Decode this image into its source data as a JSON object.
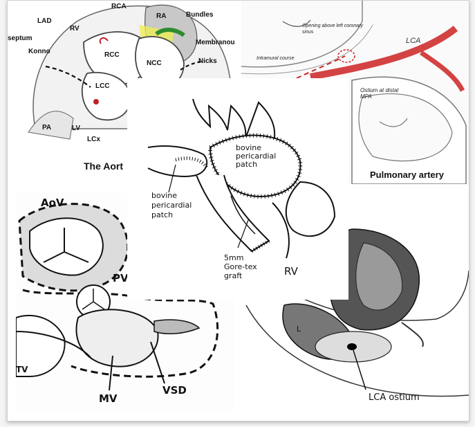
{
  "collage": {
    "aorta_panel": {
      "caption": "The Aort",
      "labels": {
        "rca": "RCA",
        "lad": "LAD",
        "rv": "RV",
        "septum": "septum",
        "konno": "Konno",
        "ra": "RA",
        "bundles": "Bundles",
        "membranous": "Membranou",
        "nicks": "Nicks",
        "rcc": "RCC",
        "ncc": "NCC",
        "lcc": "LCC",
        "pa": "PA",
        "lv": "LV",
        "lcx": "LCx"
      }
    },
    "pulmonary_panel": {
      "caption": "Pulmonary artery",
      "labels": {
        "opening_above": "Opening above left coronary sinus",
        "intramural": "Intramural course",
        "lca": "LCA",
        "ostium": "Ostium at distal MPA"
      }
    },
    "center_panel": {
      "labels": {
        "bovine_top": "bovine pericardial patch",
        "bovine_left": "bovine pericardial patch",
        "graft": "5mm Gore-tex graft",
        "rv": "RV"
      }
    },
    "vsd_panel": {
      "labels": {
        "aov": "AoV",
        "pv": "PV",
        "mv": "MV",
        "vsd": "VSD",
        "tv": "TV"
      }
    },
    "lca_panel": {
      "labels": {
        "l": "L",
        "ostium": "LCA ostium"
      }
    }
  }
}
